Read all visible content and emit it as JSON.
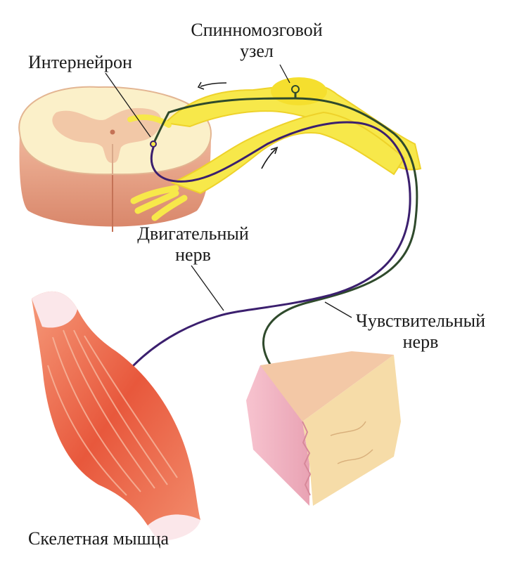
{
  "labels": {
    "spinal_ganglion_line1": "Спинномозговой",
    "spinal_ganglion_line2": "узел",
    "interneuron": "Интернейрон",
    "motor_nerve_line1": "Двигательный",
    "motor_nerve_line2": "нерв",
    "sensory_nerve_line1": "Чувствительный",
    "sensory_nerve_line2": "нерв",
    "skeletal_muscle": "Скелетная мышца"
  },
  "colors": {
    "nerve_yellow": "#f7e84a",
    "motor_fiber": "#3b1f6e",
    "sensory_fiber": "#2f4a2c",
    "muscle": "#e8654a",
    "spinal_cord": "#e7a58a"
  }
}
